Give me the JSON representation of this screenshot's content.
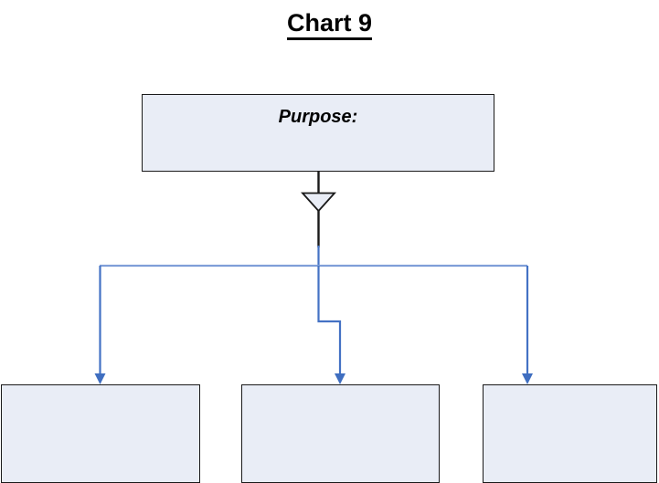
{
  "title": {
    "text": "Chart 9",
    "underlined": true
  },
  "diagram": {
    "type": "org-chart",
    "root": {
      "id": "purpose",
      "label": "Purpose:",
      "label_style": "bold-italic"
    },
    "children": [
      {
        "id": "child-1",
        "label": ""
      },
      {
        "id": "child-2",
        "label": ""
      },
      {
        "id": "child-3",
        "label": ""
      }
    ],
    "connector_style": "elbow",
    "root_connector_marker": "hollow-down-triangle",
    "child_connector_marker": "filled-arrowhead"
  },
  "colors": {
    "box_fill": "#e9edf6",
    "box_border": "#1a1a1a",
    "connector_blue": "#4472c4",
    "connector_blue_light": "#7f9fd8",
    "title_color": "#000000",
    "background": "#ffffff"
  }
}
